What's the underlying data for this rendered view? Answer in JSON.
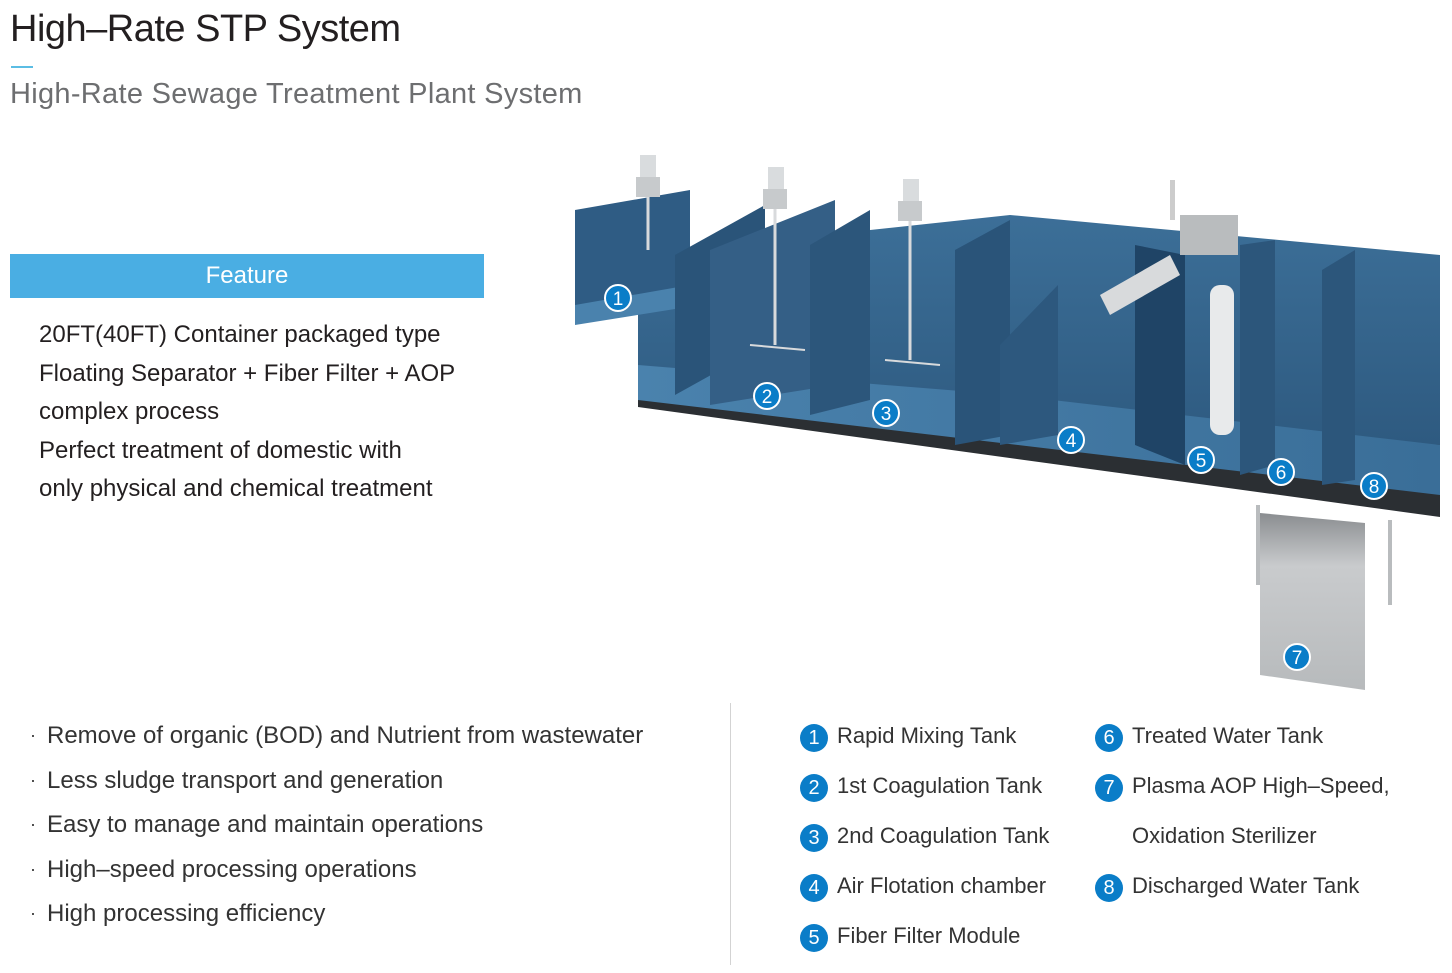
{
  "header": {
    "title": "High–Rate STP System",
    "subtitle": "High-Rate Sewage Treatment Plant System"
  },
  "feature": {
    "heading": "Feature",
    "lines": [
      "20FT(40FT) Container packaged type",
      "Floating Separator + Fiber Filter + AOP",
      "complex process",
      "Perfect treatment of domestic with",
      "only physical and chemical treatment"
    ]
  },
  "benefits": [
    "Remove of organic (BOD) and Nutrient from wastewater",
    "Less sludge transport and generation",
    "Easy to manage and maintain operations",
    "High–speed processing operations",
    "High processing efficiency"
  ],
  "bullet_char": "·",
  "legend": {
    "left": [
      {
        "num": "1",
        "label": "Rapid Mixing Tank"
      },
      {
        "num": "2",
        "label": "1st Coagulation Tank"
      },
      {
        "num": "3",
        "label": "2nd Coagulation Tank"
      },
      {
        "num": "4",
        "label": "Air Flotation chamber"
      },
      {
        "num": "5",
        "label": "Fiber Filter Module"
      }
    ],
    "right": [
      {
        "num": "6",
        "label": "Treated Water Tank"
      },
      {
        "num": "7",
        "label": "Plasma AOP High–Speed,"
      },
      {
        "num": "",
        "label": "Oxidation Sterilizer"
      },
      {
        "num": "8",
        "label": "Discharged Water Tank"
      }
    ]
  },
  "diagram_markers": [
    "1",
    "2",
    "3",
    "4",
    "5",
    "6",
    "7",
    "8"
  ],
  "colors": {
    "accent": "#4aaee3",
    "marker": "#0a7dc8",
    "tank": "#3a6b92"
  }
}
